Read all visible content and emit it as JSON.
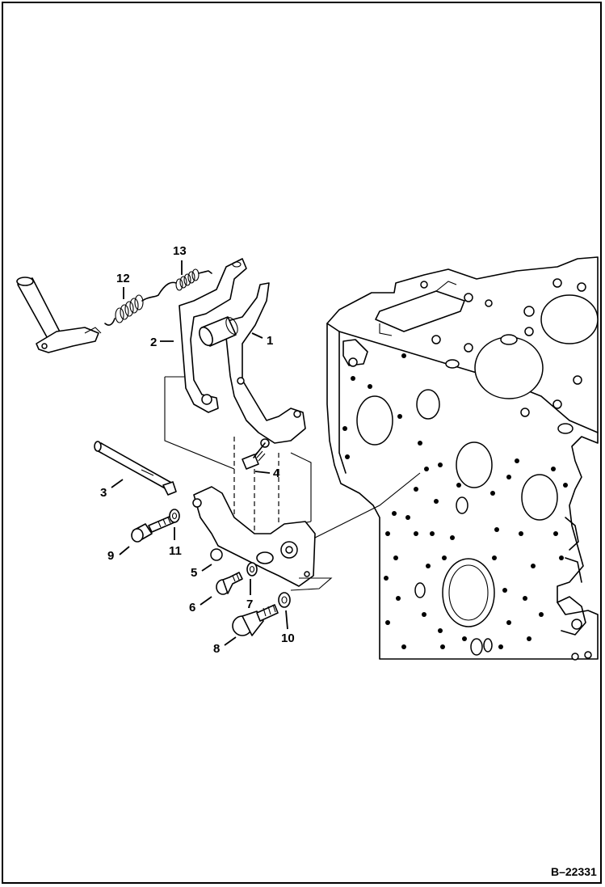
{
  "diagram": {
    "ref_code": "B–22331",
    "callouts": {
      "c1": "1",
      "c2": "2",
      "c3": "3",
      "c4": "4",
      "c5": "5",
      "c6": "6",
      "c7": "7",
      "c8": "8",
      "c9": "9",
      "c10": "10",
      "c11": "11",
      "c12": "12",
      "c13": "13"
    }
  }
}
